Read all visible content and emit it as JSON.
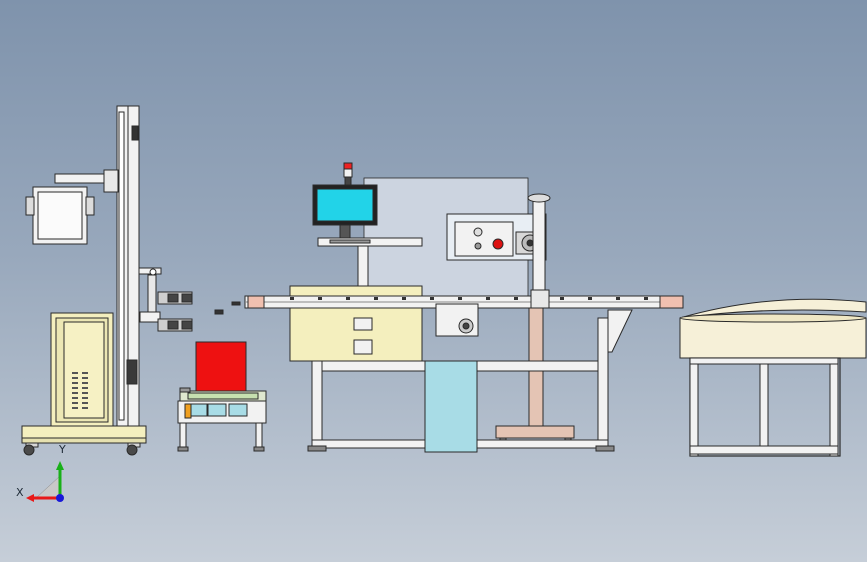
{
  "viewport": {
    "background_top": "#7f93ac",
    "background_bottom": "#c6ced8"
  },
  "colors": {
    "outline": "#2a2a2a",
    "frame_white": "#f2f2f2",
    "cabinet_cream": "#f4efbe",
    "monitor_screen": "#22d3e8",
    "red_panel": "#ee1111",
    "blue_panel": "#a8dce6",
    "pink_column": "#e4c4b4",
    "turntable_cream": "#f6f0d8"
  },
  "triad": {
    "x_label": "X",
    "y_label": "Y",
    "x_color": "#e81818",
    "y_color": "#18b018",
    "z_color": "#1818d8"
  },
  "machines": [
    {
      "id": "robot-lift-column"
    },
    {
      "id": "cart-station"
    },
    {
      "id": "main-conveyor-machine"
    },
    {
      "id": "rotary-turntable"
    }
  ]
}
